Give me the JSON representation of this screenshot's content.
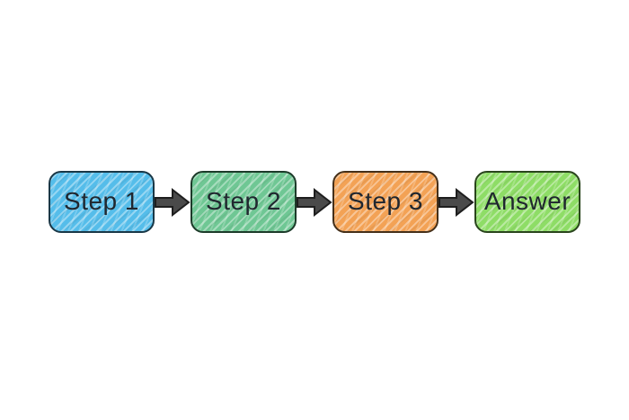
{
  "diagram": {
    "type": "flowchart",
    "background": "#ffffff",
    "text_color": "#20272f",
    "arrow": {
      "fill": "#4a4a4a",
      "stroke": "#1e1e1e",
      "direction": "right"
    },
    "nodes": [
      {
        "label": "Step 1",
        "fill": "#55bdea",
        "border": "#1a3847"
      },
      {
        "label": "Step 2",
        "fill": "#6fc794",
        "border": "#1d3b2a"
      },
      {
        "label": "Step 3",
        "fill": "#f3a255",
        "border": "#45301a"
      },
      {
        "label": "Answer",
        "fill": "#8edd66",
        "border": "#2a451d"
      }
    ],
    "connections": [
      {
        "from": "Step 1",
        "to": "Step 2"
      },
      {
        "from": "Step 2",
        "to": "Step 3"
      },
      {
        "from": "Step 3",
        "to": "Answer"
      }
    ]
  }
}
